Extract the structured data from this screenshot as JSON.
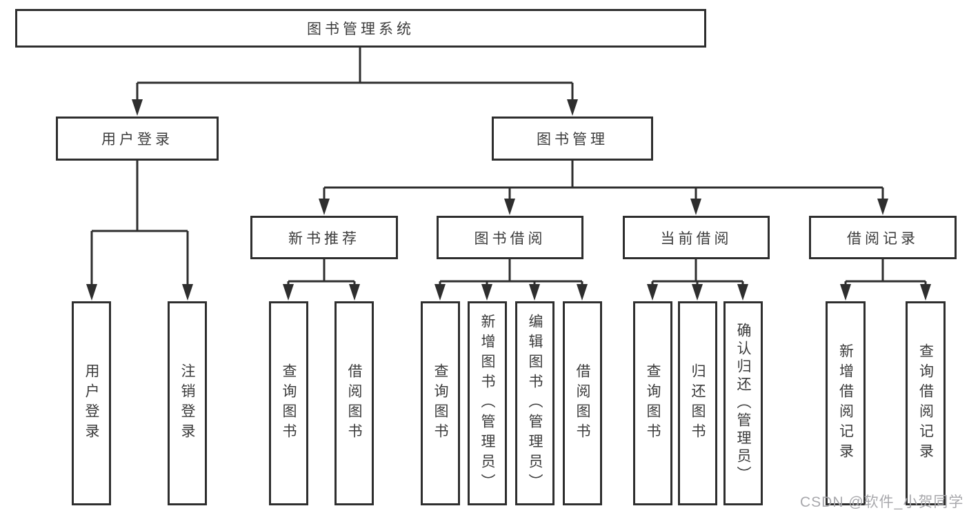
{
  "diagram": {
    "type": "hierarchy-structure-chart",
    "root": {
      "label": "图书管理系统"
    },
    "level2": [
      {
        "id": "user-login",
        "label": "用户登录"
      },
      {
        "id": "book-management",
        "label": "图书管理"
      }
    ],
    "level3": [
      {
        "id": "new-book-recommendation",
        "parent": "图书管理",
        "label": "新书推荐"
      },
      {
        "id": "book-borrowing",
        "parent": "图书管理",
        "label": "图书借阅"
      },
      {
        "id": "current-borrowing",
        "parent": "图书管理",
        "label": "当前借阅"
      },
      {
        "id": "borrowing-records",
        "parent": "图书管理",
        "label": "借阅记录"
      }
    ],
    "leaves": [
      {
        "id": "user-login",
        "parent": "用户登录",
        "label": "用户登录"
      },
      {
        "id": "logout-login",
        "parent": "用户登录",
        "label": "注销登录"
      },
      {
        "id": "query-books-newrec",
        "parent": "新书推荐",
        "label": "查询图书"
      },
      {
        "id": "borrow-books-newrec",
        "parent": "新书推荐",
        "label": "借阅图书"
      },
      {
        "id": "query-books-borrowing",
        "parent": "图书借阅",
        "label": "查询图书"
      },
      {
        "id": "add-books-admin",
        "parent": "图书借阅",
        "label": "新增图书（管理员）"
      },
      {
        "id": "edit-books-admin",
        "parent": "图书借阅",
        "label": "编辑图书（管理员）"
      },
      {
        "id": "borrow-books-borrowing",
        "parent": "图书借阅",
        "label": "借阅图书"
      },
      {
        "id": "query-books-current",
        "parent": "当前借阅",
        "label": "查询图书"
      },
      {
        "id": "return-books",
        "parent": "当前借阅",
        "label": "归还图书"
      },
      {
        "id": "confirm-return-admin",
        "parent": "当前借阅",
        "label": "确认归还（管理员）"
      },
      {
        "id": "add-borrow-record",
        "parent": "借阅记录",
        "label": "新增借阅记录"
      },
      {
        "id": "query-borrow-record",
        "parent": "借阅记录",
        "label": "查询借阅记录"
      }
    ]
  },
  "watermark": "CSDN @软件_小贺同学",
  "colors": {
    "line": "#2e2e2e",
    "text": "#3b3b3b",
    "watermark": "#a8a8ac",
    "background": "#ffffff"
  }
}
